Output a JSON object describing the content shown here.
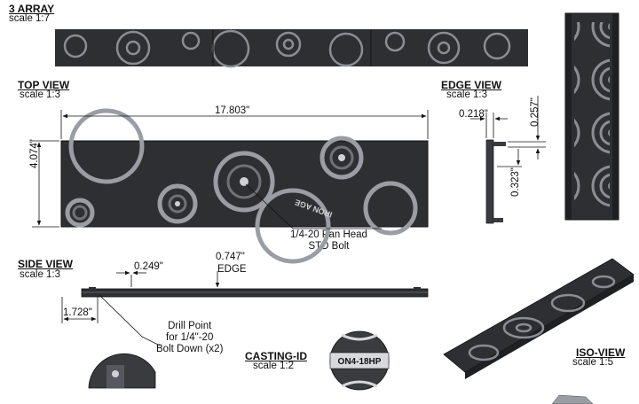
{
  "views": {
    "array": {
      "label": "3 ARRAY",
      "scale": "scale 1:7"
    },
    "top": {
      "label": "TOP VIEW",
      "scale": "scale 1:3"
    },
    "edge": {
      "label": "EDGE VIEW",
      "scale": "scale 1:3"
    },
    "side": {
      "label": "SIDE VIEW",
      "scale": "scale 1:3"
    },
    "casting": {
      "label": "CASTING-ID",
      "scale": "scale 1:2"
    },
    "iso": {
      "label": "ISO-VIEW",
      "scale": "scale 1:5"
    }
  },
  "dimensions": {
    "length": "17.803\"",
    "width": "4.074\"",
    "edge_width": "0.218\"",
    "edge_top": "0.257\"",
    "edge_height": "0.323\"",
    "side_249": "0.249\"",
    "side_edge_value": "0.747\"",
    "side_edge_label": "EDGE",
    "side_offset": "1.728\""
  },
  "notes": {
    "bolt_line1": "1/4-20 Pan Head",
    "bolt_line2": "STD Bolt",
    "drill_line1": "Drill Point",
    "drill_line2": "for 1/4\"-20",
    "drill_line3": "Bolt Down (x2)"
  },
  "casting_text": "ON4-18HP",
  "grate_stamp": "IRON AGE",
  "colors": {
    "grate": "#2e2f33",
    "grate_light": "#8a8d94",
    "line": "#111111"
  }
}
